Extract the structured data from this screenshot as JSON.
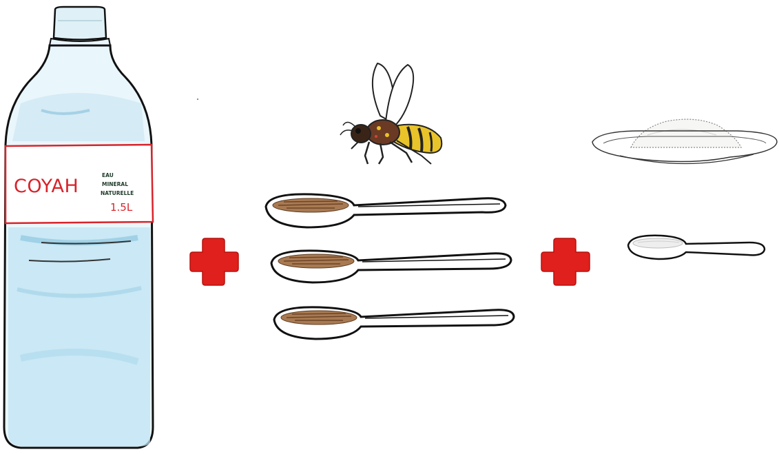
{
  "illustration": {
    "bottle": {
      "brand": "COYAH",
      "label_lines": [
        "EAU",
        "MINERAL",
        "NATURELLE"
      ],
      "volume": "1.5L"
    },
    "honey_spoon_count": 3,
    "sugar_spoon_count": 1,
    "icons": [
      "water-bottle-icon",
      "plus-icon",
      "bee-icon",
      "honey-spoon-icon",
      "plus-icon",
      "sugar-plate-icon",
      "sugar-spoon-icon"
    ],
    "colors": {
      "plus": "#e0201c",
      "brand_red": "#d8232a",
      "water": "#bfe3f3",
      "honey": "#a97a52",
      "bee_yellow": "#e9c32a"
    }
  }
}
